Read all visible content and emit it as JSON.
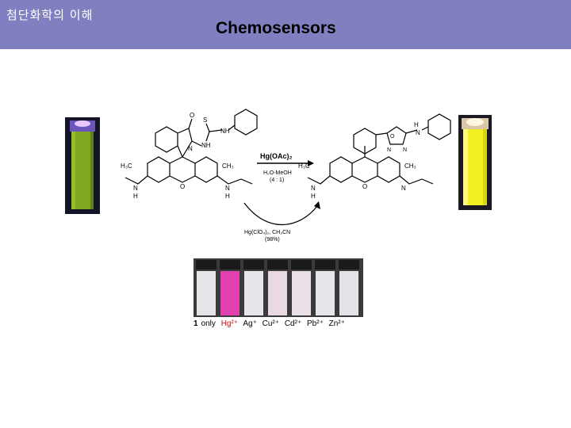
{
  "header": {
    "course_title": "첨단화학의 이해",
    "slide_title": "Chemosensors",
    "background_color": "#8080c0"
  },
  "scheme": {
    "reagent_top": "Hg(OAc)₂",
    "solvent_line1": "H₂O-MeOH",
    "solvent_line2": "(4 : 1)",
    "reagent_bottom": "Hg(ClO₄)₂, CH₃CN",
    "yield": "(98%)",
    "left_labels": {
      "h3c": "H₃C",
      "ch3": "CH₃",
      "o_carbonyl": "O",
      "s": "S",
      "nh_thio": "NH",
      "n_ring": "N",
      "nh_ring": "NH",
      "o_xanthene": "O",
      "n_left": "N",
      "h_left": "H",
      "n_right": "N",
      "h_right": "H"
    },
    "right_labels": {
      "h3c": "H₃C",
      "ch3": "CH₃",
      "o_oxadiazole": "O",
      "n_oxadiazole_1": "N",
      "n_oxadiazole_2": "N",
      "nh": "N",
      "h_nh": "H",
      "o_xanthene": "O",
      "n_left": "N",
      "h_left": "H",
      "n_right": "N"
    }
  },
  "vials": {
    "labels": [
      {
        "text": "1",
        "style": "bold"
      },
      {
        "text": "only",
        "style": "normal"
      },
      {
        "text": "Hg²⁺",
        "style": "red"
      },
      {
        "text": "Ag⁺",
        "style": "normal"
      },
      {
        "text": "Cu²⁺",
        "style": "normal"
      },
      {
        "text": "Cd²⁺",
        "style": "normal"
      },
      {
        "text": "Pb²⁺",
        "style": "normal"
      },
      {
        "text": "Zn²⁺",
        "style": "normal"
      }
    ],
    "colors": [
      "#e6e4e8",
      "#e040b0",
      "#e8e6ea",
      "#ead8e2",
      "#e8e0e6",
      "#e6e6ea",
      "#e4e4e8"
    ]
  }
}
